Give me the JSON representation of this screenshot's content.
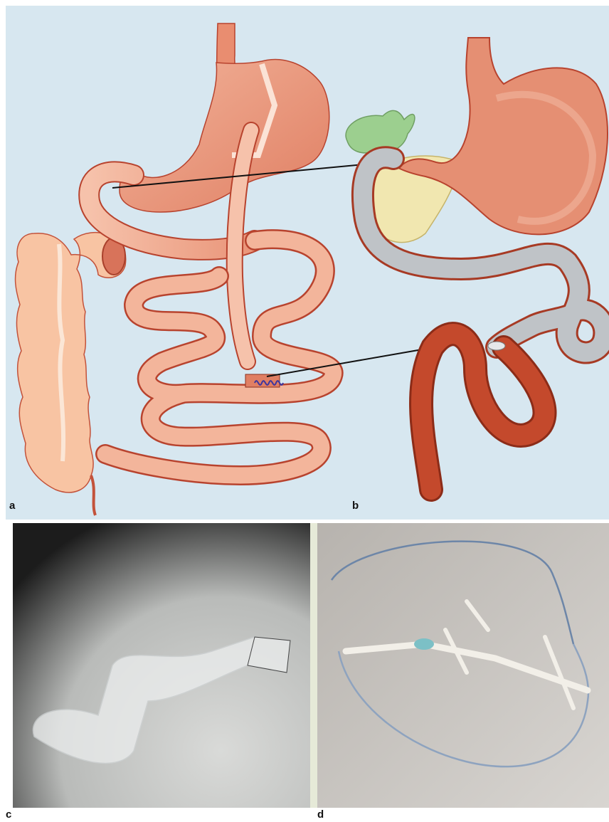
{
  "figure": {
    "panels": {
      "a": {
        "label": "a"
      },
      "b": {
        "label": "b"
      },
      "c": {
        "label": "c"
      },
      "d": {
        "label": "d"
      }
    },
    "colors": {
      "background": "#d7e7f0",
      "stomach": "#e58f73",
      "stomach_outline": "#b8432e",
      "small_intestine": "#f3b59b",
      "colon": "#f8c4a3",
      "liner_gray": "#bfc3c7",
      "gallbladder": "#9ccf8f",
      "pancreas": "#f1e7b0",
      "arrow": "#111111",
      "anchor_coil": "#3a35a0",
      "jejunum_dark": "#c4492c"
    }
  }
}
